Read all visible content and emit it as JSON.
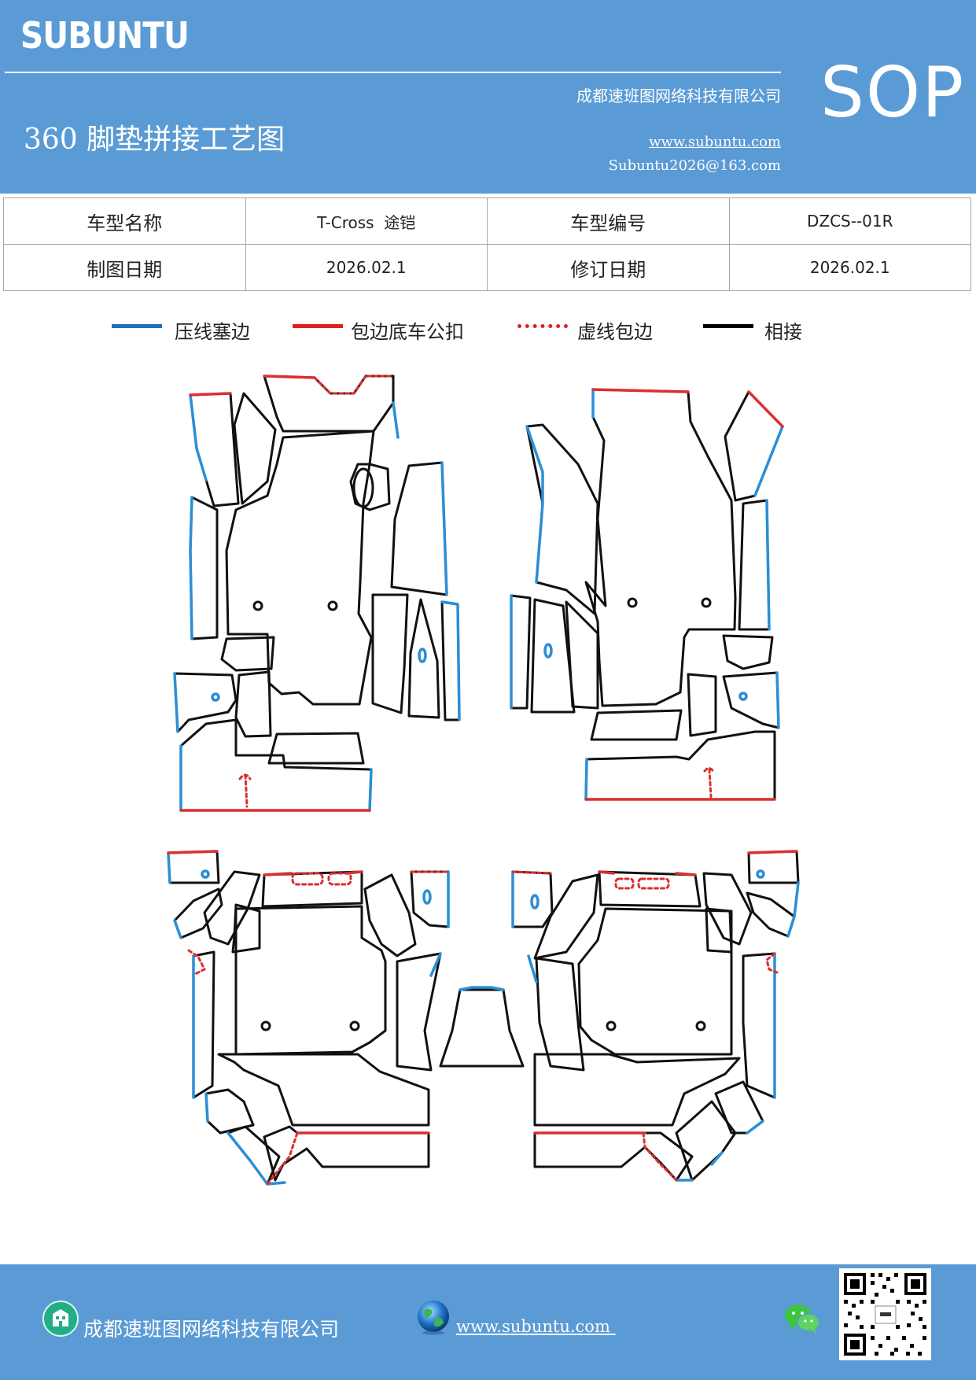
{
  "header": {
    "brand": "SUBUNTU",
    "company": "成都速班图网络科技有限公司",
    "title": "360 脚垫拼接工艺图",
    "website": "www.subuntu.com",
    "email": "Subuntu2026@163.com",
    "badge": "SOP"
  },
  "info_table": {
    "rows": [
      [
        "车型名称",
        "T-Cross  途铠",
        "车型编号",
        "DZCS--01R"
      ],
      [
        "制图日期",
        "2026.02.1",
        "修订日期",
        "2026.02.1"
      ]
    ]
  },
  "legend": [
    {
      "label": "压线塞边",
      "color": "#1f6fbf",
      "style": "solid"
    },
    {
      "label": "包边底车公扣",
      "color": "#e02020",
      "style": "solid"
    },
    {
      "label": "虚线包边",
      "color": "#e02020",
      "style": "dotted"
    },
    {
      "label": "相接",
      "color": "#000000",
      "style": "solid"
    }
  ],
  "colors": {
    "header_bg": "#5b9bd5",
    "blue_line": "#2a8fd6",
    "red_line": "#d93030",
    "black_line": "#111111"
  },
  "footer": {
    "company": "成都速班图网络科技有限公司",
    "website": "www.subuntu.com ",
    "icons": [
      "building-icon",
      "globe-icon",
      "wechat-icon",
      "qr-code"
    ]
  }
}
